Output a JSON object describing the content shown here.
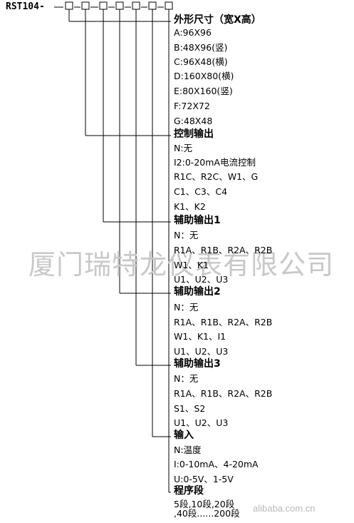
{
  "model_prefix": "RST104-",
  "code_slots": [
    "□",
    "□",
    "□",
    "□",
    "□",
    "□",
    "□"
  ],
  "groups": [
    {
      "heading": "外形尺寸（宽X高）",
      "options": [
        "A:96X96",
        "B:48X96(竖)",
        "C:96X48(横)",
        "D:160X80(横)",
        "E:80X160(竖)",
        "F:72X72",
        "G:48X48"
      ]
    },
    {
      "heading": "控制输出",
      "options": [
        "N:无",
        "I2:0-20mA电流控制",
        "R1C、R2C、W1、G",
        "C1、C3、C4",
        "K1、K2"
      ]
    },
    {
      "heading": "辅助输出1",
      "options": [
        "N：无",
        "R1A、R1B、R2A、R2B",
        "W1、K1",
        "U1、U2、U3"
      ]
    },
    {
      "heading": "辅助输出2",
      "options": [
        "N：无",
        "R1A、R1B、R2A、R2B",
        "W1、K1、I1",
        "U1、U2、U3"
      ]
    },
    {
      "heading": "辅助输出3",
      "options": [
        "N：无",
        "R1A、R1B、R2A、R2B",
        "S1、S2",
        "U1、U2、U3"
      ]
    },
    {
      "heading": "输入",
      "options": [
        "N:温度",
        "I:0-10mA、4-20mA",
        "U:0-5V、1-5V"
      ]
    },
    {
      "heading": "程序段",
      "options": [
        "5段,10段,20段",
        ",40段......200段"
      ]
    }
  ],
  "watermark": "厦门瑞特龙仪表有限公司",
  "watermark_corner": "alibaba.com.cn"
}
